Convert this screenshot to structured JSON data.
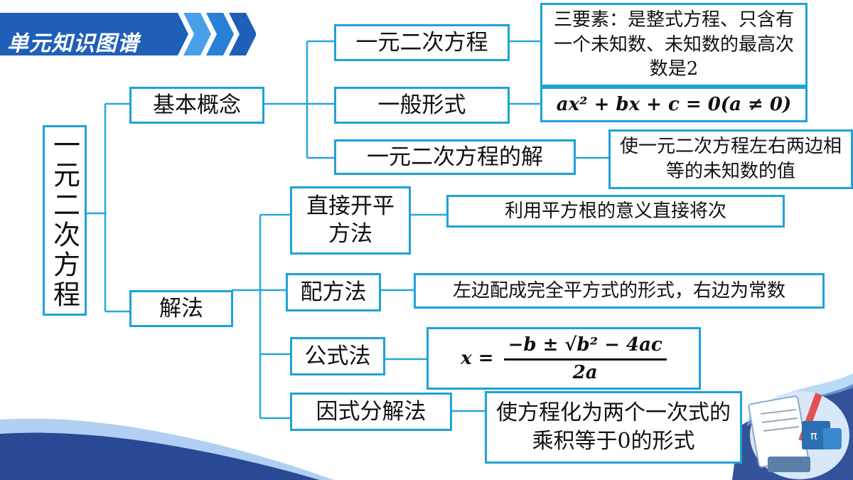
{
  "banner": {
    "title": "单元知识图谱"
  },
  "root": {
    "label": "一元二次方程"
  },
  "concepts": {
    "label": "基本概念",
    "items": [
      {
        "name": "一元二次方程",
        "desc": "三要素：是整式方程、只含有一个未知数、未知数的最高次数是2"
      },
      {
        "name": "一般形式",
        "formula": "ax² + bx + c = 0(a ≠ 0)"
      },
      {
        "name": "一元二次方程的解",
        "desc": "使一元二次方程左右两边相等的未知数的值"
      }
    ]
  },
  "methods": {
    "label": "解法",
    "items": [
      {
        "name": "直接开平方法",
        "desc": "利用平方根的意义直接将次"
      },
      {
        "name": "配方法",
        "desc": "左边配成完全平方式的形式，右边为常数"
      },
      {
        "name": "公式法",
        "formula": {
          "lhs": "x =",
          "numerator": "−b ± √b² − 4ac",
          "denominator": "2a"
        }
      },
      {
        "name": "因式分解法",
        "desc": "使方程化为两个一次式的乘积等于0的形式"
      }
    ]
  },
  "colors": {
    "border": "#1ea2d9",
    "line": "#29a6e0",
    "banner_dark": "#1f5fb8",
    "banner_light": "#4aa0e8",
    "wave": "#1d3f8f"
  }
}
